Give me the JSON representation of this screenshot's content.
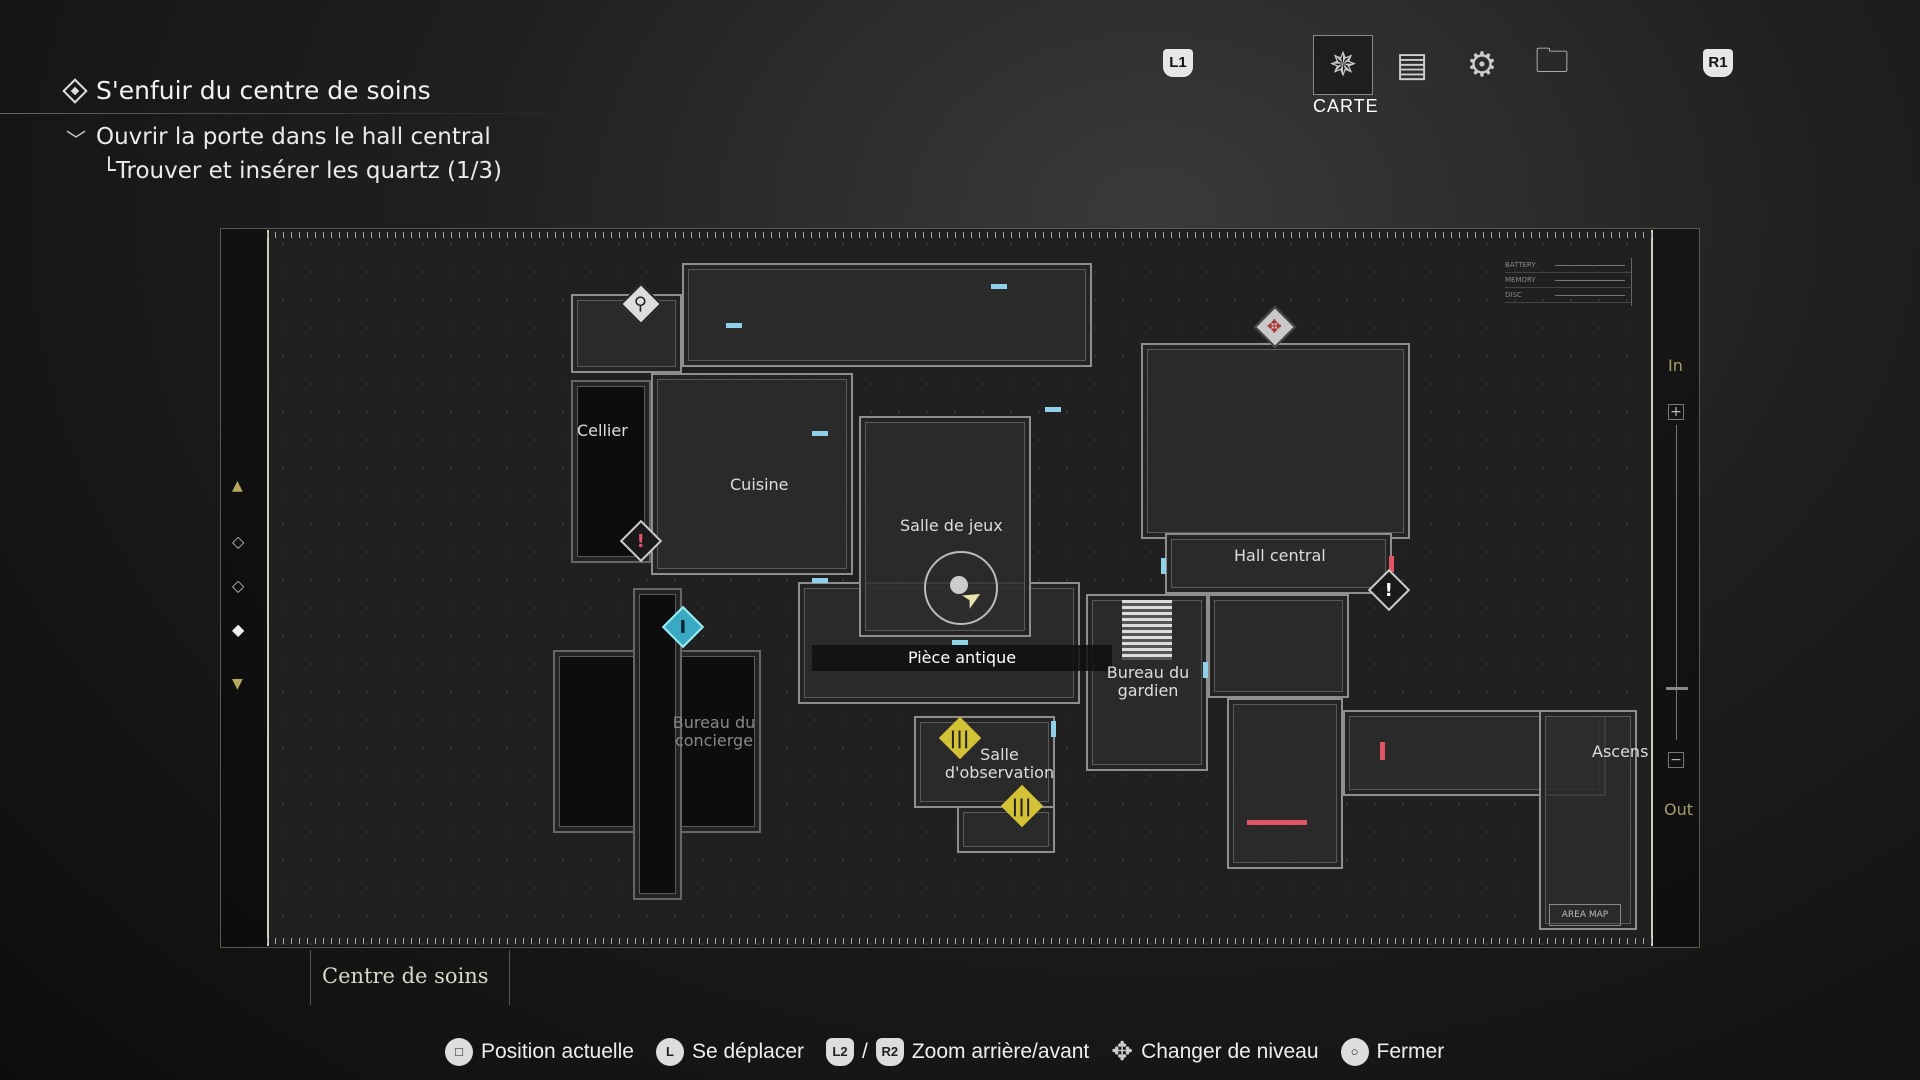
{
  "objectives": {
    "main": "S'enfuir du centre de soins",
    "sub": "Ouvrir la porte dans le hall central",
    "task": "└Trouver et insérer les quartz (1/3)"
  },
  "tabs": {
    "left_button": "L1",
    "right_button": "R1",
    "active_label": "CARTE",
    "items": [
      {
        "icon": "compass-icon"
      },
      {
        "icon": "backpack-icon"
      },
      {
        "icon": "gears-icon"
      },
      {
        "icon": "folder-icon"
      }
    ]
  },
  "status_panel": {
    "rows": [
      "BATTERY",
      "MEMORY",
      "DISC"
    ]
  },
  "zoom_panel": {
    "in": "In",
    "out": "Out"
  },
  "map": {
    "area_map_button": "AREA MAP",
    "location": "Centre de soins",
    "rooms": {
      "cellier": "Cellier",
      "cuisine": "Cuisine",
      "salle_jeux": "Salle de jeux",
      "hall": "Hall central",
      "piece": "Pièce antique",
      "bureau_gardien": "Bureau du gardien",
      "salle_obs": "Salle d'observation",
      "bureau_concierge": "Bureau du concierge",
      "ascenseur": "Ascens"
    },
    "colors": {
      "door": "#8fd1ea",
      "locked": "#e05566",
      "item": "#d4c236",
      "save": "#3aa9c4"
    }
  },
  "hints": [
    {
      "button": "□",
      "label": "Position actuelle"
    },
    {
      "button": "L",
      "label": "Se déplacer"
    },
    {
      "button": "L2",
      "sep": "/",
      "button2": "R2",
      "label": "Zoom arrière/avant"
    },
    {
      "button": "✥",
      "label": "Changer de niveau"
    },
    {
      "button": "○",
      "label": "Fermer"
    }
  ]
}
